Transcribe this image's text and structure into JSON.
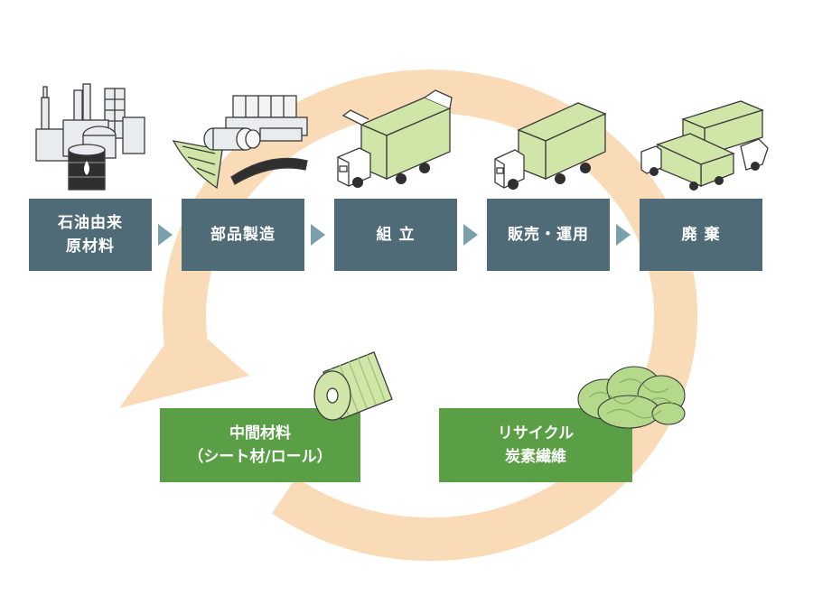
{
  "colors": {
    "step_box": "#4f6b77",
    "arrow": "#7aa0ad",
    "cycle": "#fadbb8",
    "green_box": "#5a9e45",
    "light_green": "#cfe6a8",
    "fiber": "#b5d98a",
    "outline": "#3a3a3a"
  },
  "steps": [
    {
      "label": "石油由来\n原材料",
      "icon": "factory-oil-icon"
    },
    {
      "label": "部品製造",
      "icon": "manufacturing-icon"
    },
    {
      "label": "組 立",
      "icon": "assembly-truck-icon"
    },
    {
      "label": "販売・運用",
      "icon": "truck-icon"
    },
    {
      "label": "廃 棄",
      "icon": "scrapped-trucks-icon"
    }
  ],
  "recycle": {
    "intermediate_label": "中間材料\n（シート材/ロール）",
    "intermediate_icon": "fiber-roll-icon",
    "recycled_label": "リサイクル\n炭素繊維",
    "recycled_icon": "carbon-fiber-icon"
  }
}
